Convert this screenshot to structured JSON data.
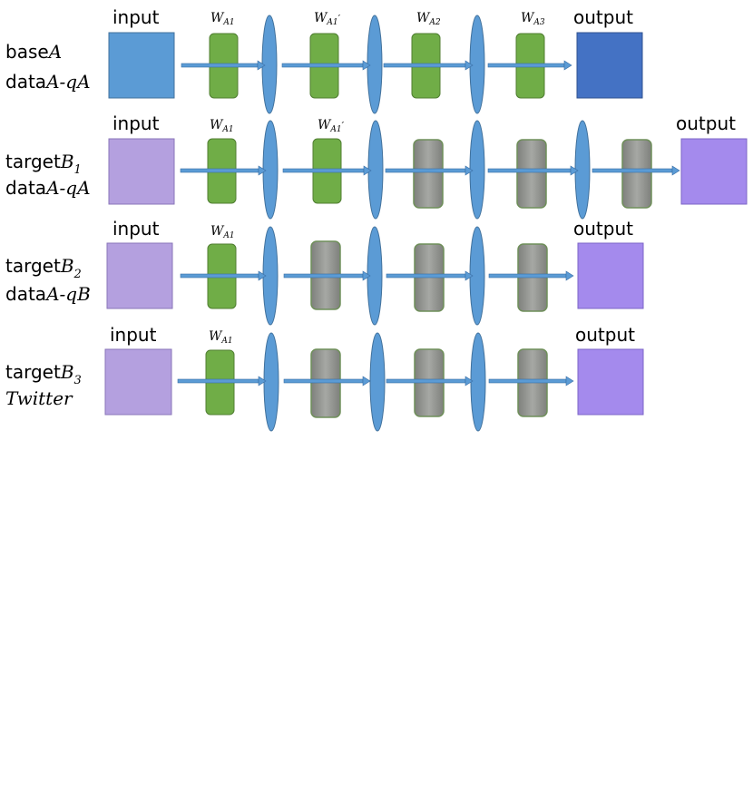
{
  "rows": [
    {
      "name_prefix": "base",
      "name_math": "A",
      "name_sub": "",
      "data_prefix": "data",
      "data_math": "A-qA",
      "input_label": "input",
      "output_label": "output",
      "layers": [
        {
          "type": "trained",
          "w_main": "W",
          "w_sub": "A1",
          "w_prime": ""
        },
        {
          "type": "trained",
          "w_main": "W",
          "w_sub": "A1",
          "w_prime": "′"
        },
        {
          "type": "trained",
          "w_main": "W",
          "w_sub": "A2",
          "w_prime": ""
        },
        {
          "type": "trained",
          "w_main": "W",
          "w_sub": "A3",
          "w_prime": ""
        }
      ],
      "input_color": "#5b9bd5",
      "output_color": "#4472c4"
    },
    {
      "name_prefix": "target",
      "name_math": "B",
      "name_sub": "1",
      "data_prefix": "data",
      "data_math": "A-qA",
      "input_label": "input",
      "output_label": "output",
      "layers": [
        {
          "type": "trained",
          "w_main": "W",
          "w_sub": "A1",
          "w_prime": ""
        },
        {
          "type": "trained",
          "w_main": "W",
          "w_sub": "A1",
          "w_prime": "′"
        },
        {
          "type": "random"
        },
        {
          "type": "random"
        },
        {
          "type": "random"
        }
      ],
      "input_color": "#b4a0df",
      "output_color": "#a48aed"
    },
    {
      "name_prefix": "target",
      "name_math": "B",
      "name_sub": "2",
      "data_prefix": "data",
      "data_math": "A-qB",
      "input_label": "input",
      "output_label": "output",
      "layers": [
        {
          "type": "trained",
          "w_main": "W",
          "w_sub": "A1",
          "w_prime": ""
        },
        {
          "type": "random"
        },
        {
          "type": "random"
        },
        {
          "type": "random"
        }
      ],
      "input_color": "#b4a0df",
      "output_color": "#a48aed"
    },
    {
      "name_prefix": "target",
      "name_math": "B",
      "name_sub": "3",
      "data_prefix": "",
      "data_math": "Twitter",
      "input_label": "input",
      "output_label": "output",
      "layers": [
        {
          "type": "trained",
          "w_main": "W",
          "w_sub": "A1",
          "w_prime": ""
        },
        {
          "type": "random"
        },
        {
          "type": "random"
        },
        {
          "type": "random"
        }
      ],
      "input_color": "#b4a0df",
      "output_color": "#a48aed"
    }
  ],
  "colors": {
    "trained_layer": "#70ad47",
    "trained_layer_border": "#507e32",
    "random_layer": "#9a9c98",
    "node": "#5b9bd5",
    "node_border": "#41719c",
    "arrow": "#5b9bd5",
    "arrow_border": "#3a6ea5"
  }
}
